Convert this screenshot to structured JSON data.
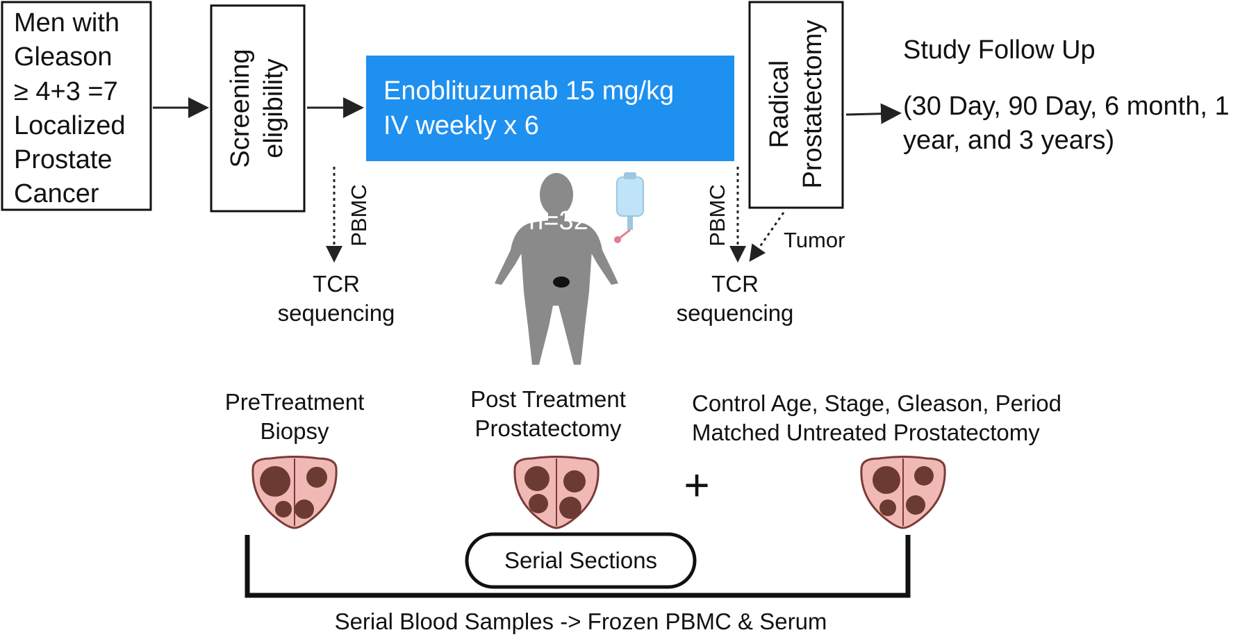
{
  "boxes": {
    "eligibility_criteria": [
      "Men with",
      "Gleason",
      "≥ 4+3 =7",
      "Localized",
      "Prostate",
      "Cancer"
    ],
    "screening": [
      "Screening",
      "eligibility"
    ],
    "treatment": [
      "Enoblituzumab 15 mg/kg",
      "IV weekly x 6"
    ],
    "surgery": [
      "Radical",
      "Prostatectomy"
    ]
  },
  "follow_up": {
    "title": "Study Follow Up",
    "timepoints": [
      "(30 Day, 90 Day, 6 month, 1",
      "year, and 3 years)"
    ]
  },
  "sampling": {
    "pbmc_label_1": "PBMC",
    "pbmc_label_2": "PBMC",
    "tumor_label": "Tumor",
    "tcr_1": [
      "TCR",
      "sequencing"
    ],
    "tcr_2": [
      "TCR",
      "sequencing"
    ]
  },
  "patient": {
    "n_label": "n=32"
  },
  "tissue": {
    "pretreatment": [
      "PreTreatment",
      "Biopsy"
    ],
    "post_treatment": [
      "Post Treatment",
      "Prostatectomy"
    ],
    "control": [
      "Control Age, Stage, Gleason, Period",
      "Matched Untreated Prostatectomy"
    ],
    "plus": "+",
    "serial_sections": "Serial Sections",
    "blood_samples": "Serial Blood Samples -> Frozen PBMC & Serum"
  },
  "colors": {
    "treatment_box": "#1e90f0",
    "figure_gray": "#8a8a8a",
    "prostate_fill": "#f0b9b5",
    "prostate_outline": "#7a3b36",
    "tumor": "#6b3a32"
  }
}
